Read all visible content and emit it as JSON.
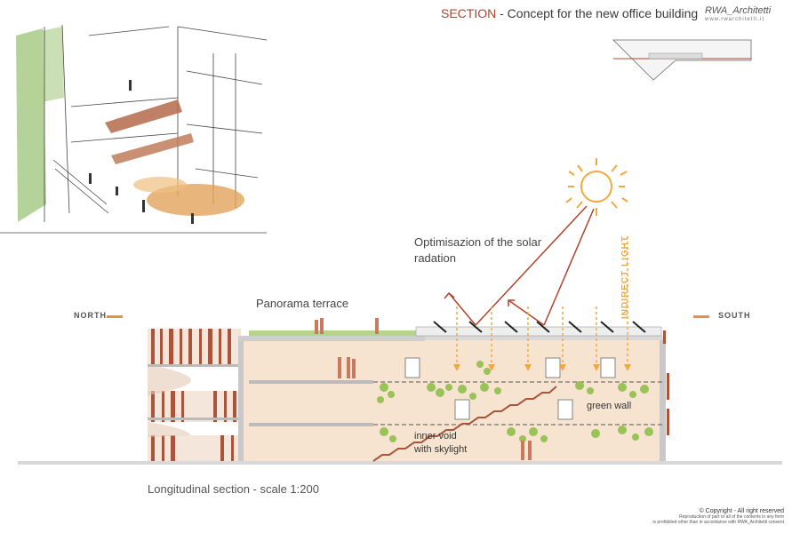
{
  "title": {
    "accent": "SECTION",
    "rest": " - Concept for the  new office building"
  },
  "logo": {
    "name": "RWA_Architetti",
    "url": "www.rwarchitetti.it"
  },
  "labels": {
    "north": "NORTH",
    "south": "SOUTH",
    "panorama_terrace": "Panorama terrace",
    "optimisation": "Optimisazion of the solar radation",
    "indirect_light": "INDIRECT LIGHT",
    "green_wall": "green wall",
    "inner_void_line1": "inner void",
    "inner_void_line2": "with skylight"
  },
  "caption": "Longitudinal section - scale 1:200",
  "copyright": {
    "line": "© Copyright - All right reserved",
    "note1": "Reproduction of part or all of the contents in any form",
    "note2": "is prohibited other than in accordance with RWA_Architetti consent"
  },
  "colors": {
    "accent": "#b0442c",
    "sun": "#f2a93b",
    "arrow": "#b0442c",
    "indirect": "#f2a93b",
    "interior": "#f7e4d0",
    "greenery": "#8fbf4a"
  }
}
